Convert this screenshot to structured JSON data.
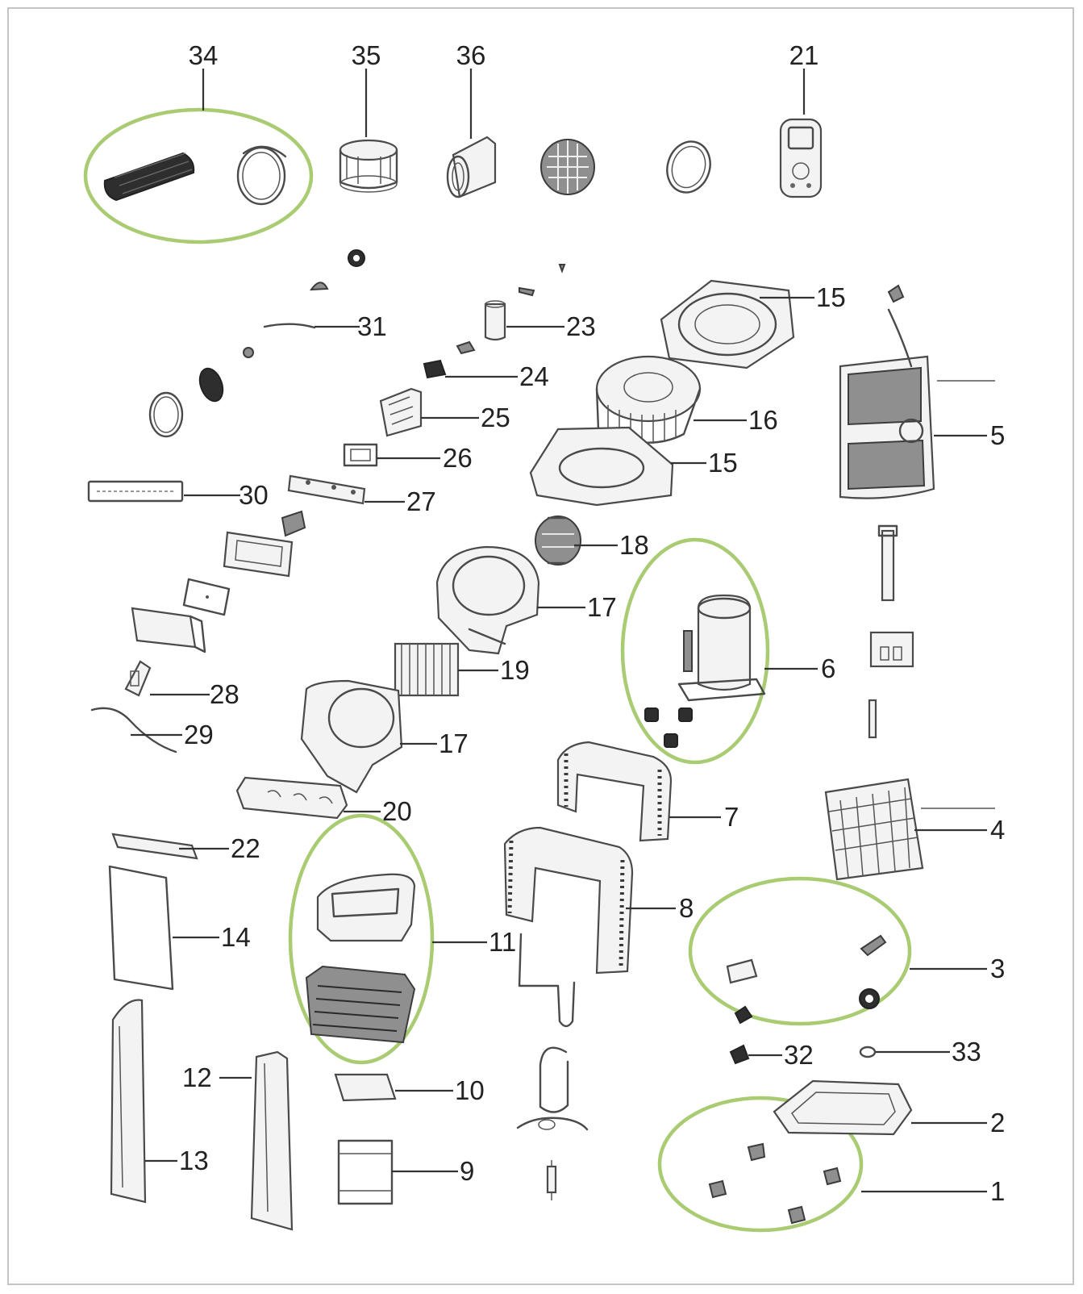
{
  "diagram": {
    "highlight_color": "#a9cb72",
    "labels": {
      "p1": "1",
      "p2": "2",
      "p3": "3",
      "p4": "4",
      "p5": "5",
      "p6": "6",
      "p7": "7",
      "p8": "8",
      "p9": "9",
      "p10": "10",
      "p11": "11",
      "p12": "12",
      "p13": "13",
      "p14": "14",
      "p15a": "15",
      "p15b": "15",
      "p16": "16",
      "p17a": "17",
      "p17b": "17",
      "p18": "18",
      "p19": "19",
      "p20": "20",
      "p21": "21",
      "p22": "22",
      "p23": "23",
      "p24": "24",
      "p25": "25",
      "p26": "26",
      "p27": "27",
      "p28": "28",
      "p29": "29",
      "p30": "30",
      "p31": "31",
      "p32": "32",
      "p33": "33",
      "p34": "34",
      "p35": "35",
      "p36": "36"
    }
  }
}
